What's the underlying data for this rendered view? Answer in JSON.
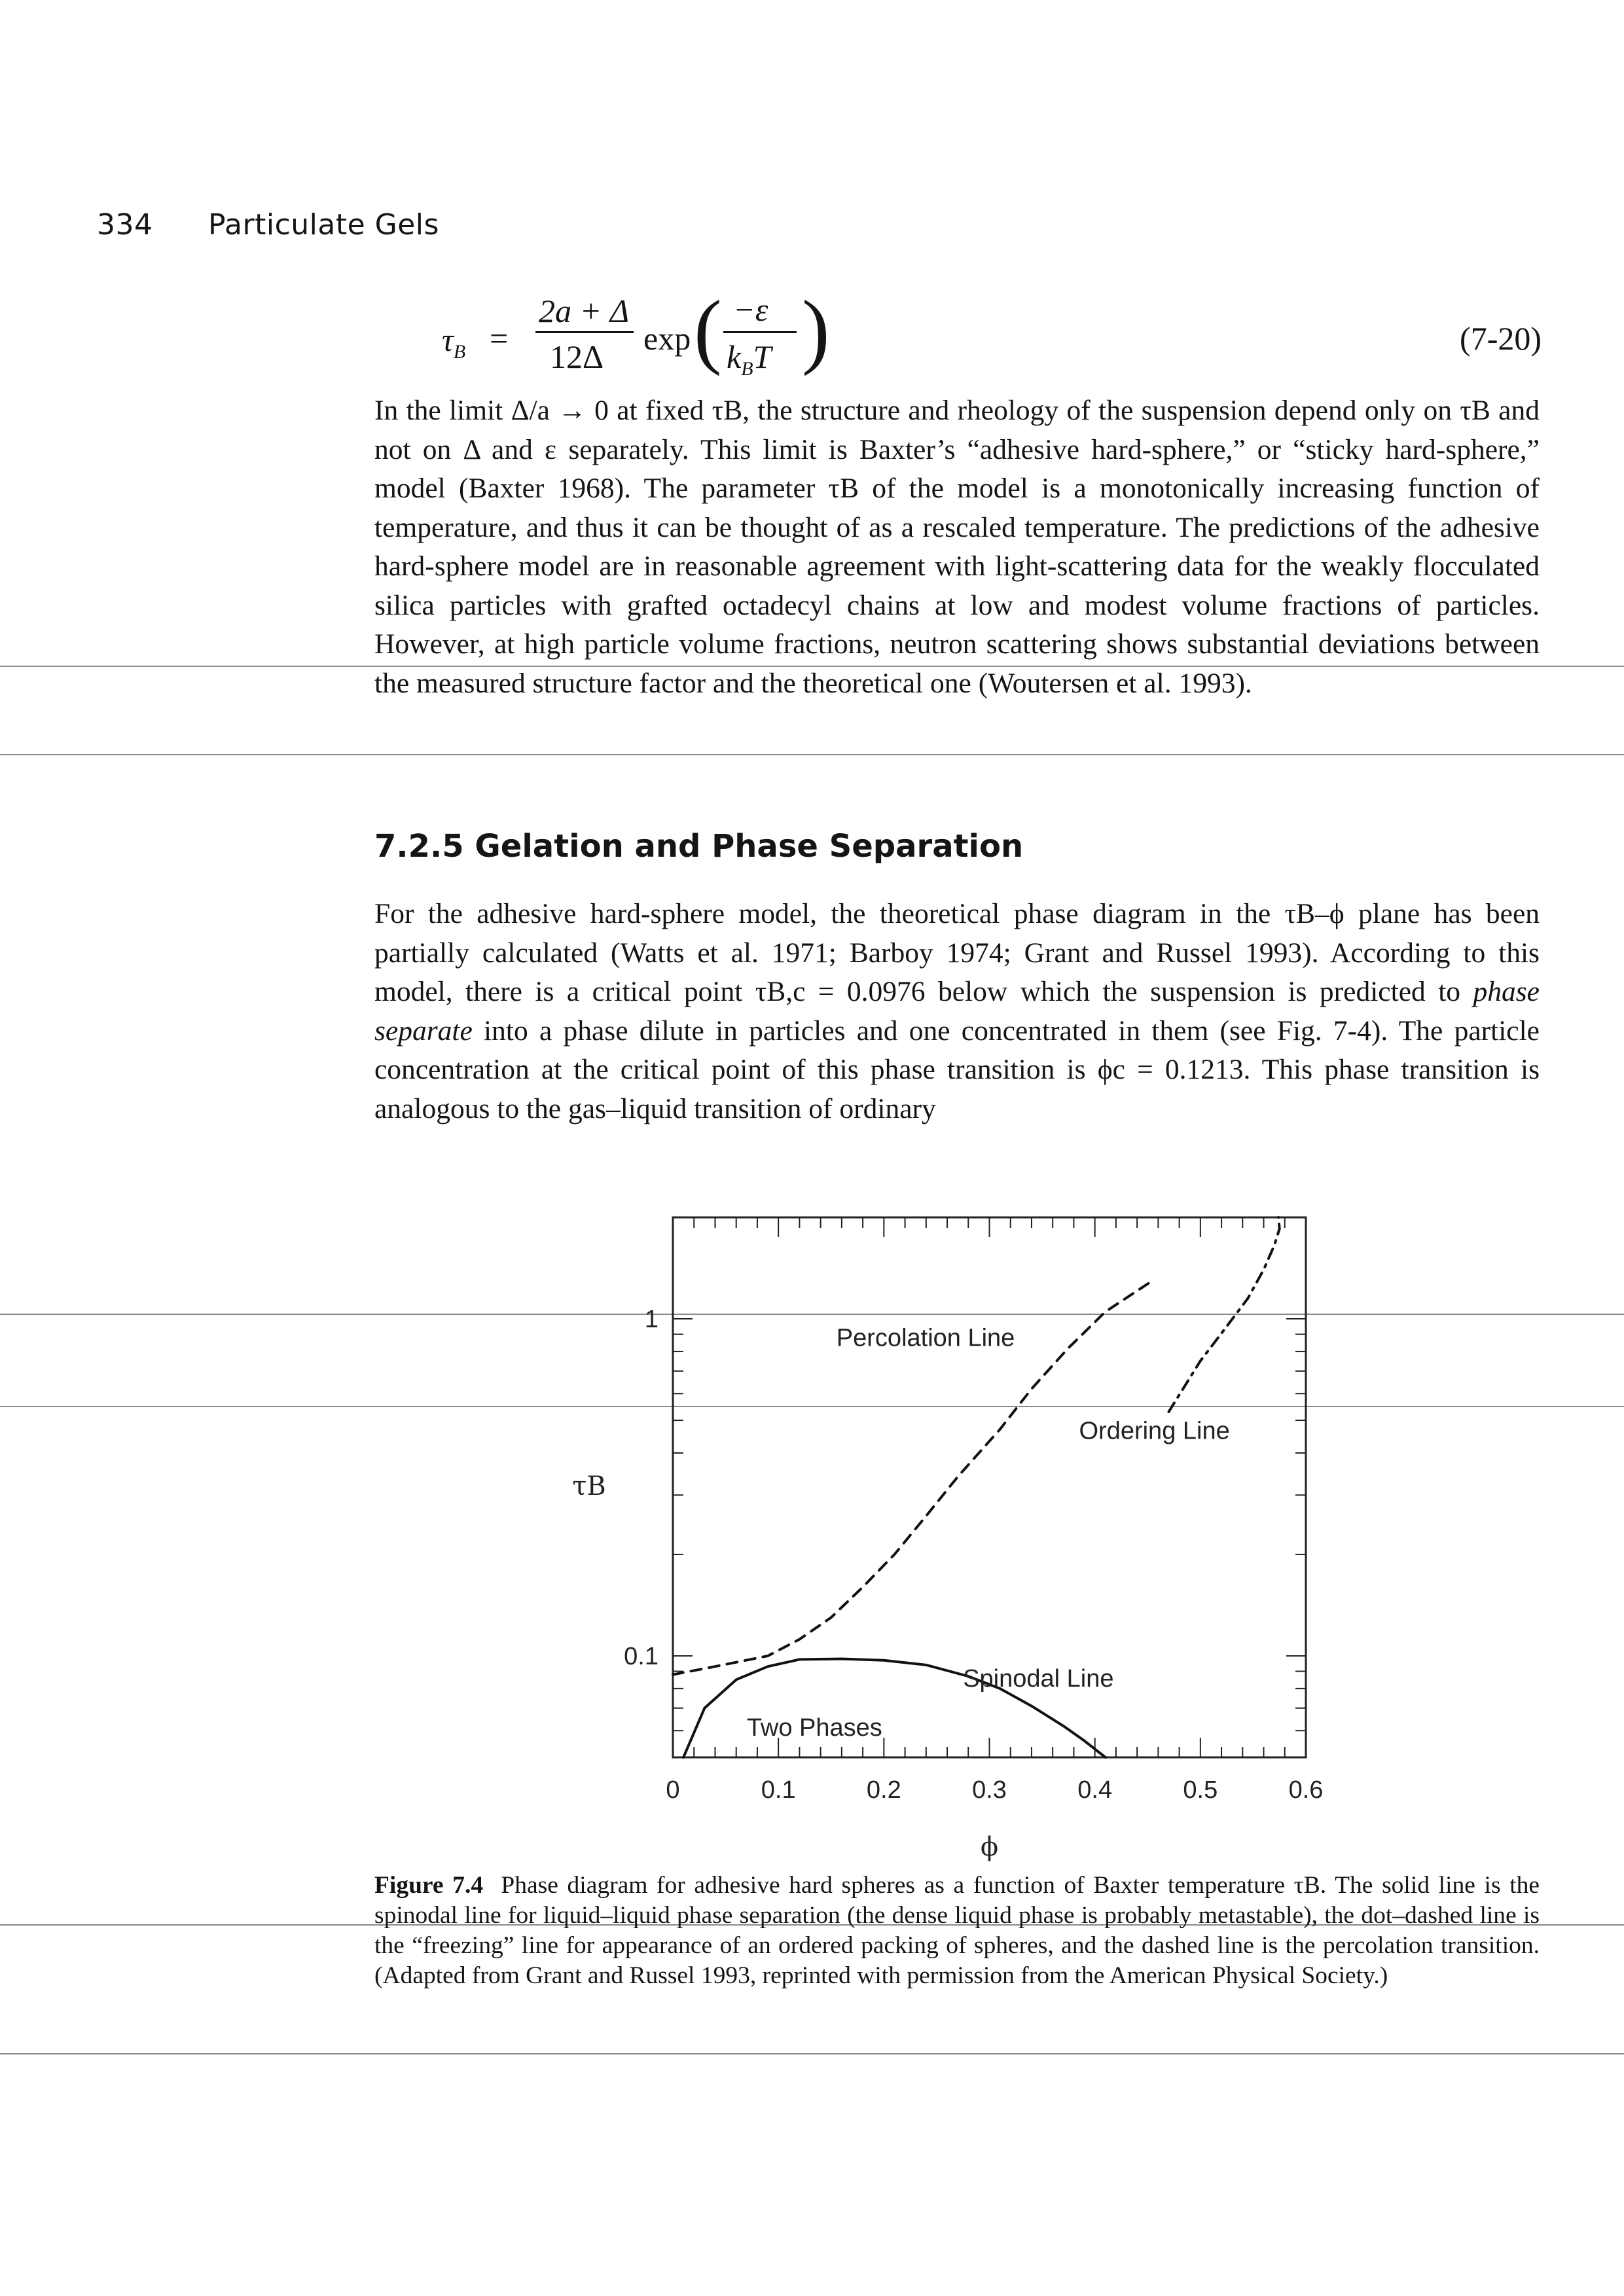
{
  "header": {
    "page_number": "334",
    "running_title": "Particulate Gels"
  },
  "equation": {
    "lhs": "τ",
    "lhs_sub": "B",
    "equals": "=",
    "numerator": "2a + Δ",
    "denominator": "12Δ",
    "exp": "exp",
    "inner_numerator": "−ε",
    "inner_denominator_k": "k",
    "inner_denominator_sub": "B",
    "inner_denominator_T": "T",
    "number": "(7-20)"
  },
  "paragraph1": "In the limit Δ/a → 0 at fixed τB, the structure and rheology of the suspension depend only on τB and not on Δ and ε separately. This limit is Baxter’s “adhesive hard-sphere,” or “sticky hard-sphere,” model (Baxter 1968). The parameter τB of the model is a monotonically increasing function of temperature, and thus it can be thought of as a rescaled temperature. The predictions of the adhesive hard-sphere model are in reasonable agreement with light-scattering data for the weakly flocculated silica particles with grafted octadecyl chains at low and modest volume fractions of particles. However, at high particle volume fractions, neutron scattering shows substantial deviations between the measured structure factor and the theoretical one (Woutersen et al. 1993).",
  "section": {
    "number": "7.2.5",
    "title": "Gelation and Phase Separation"
  },
  "paragraph2": {
    "part1": "For the adhesive hard-sphere model, the theoretical phase diagram in the τB–ϕ plane has been partially calculated (Watts et al. 1971; Barboy 1974; Grant and Russel 1993). According to this model, there is a critical point τB,c = 0.0976 below which the suspension is predicted to ",
    "emphasis": "phase separate",
    "part2": " into a phase dilute in particles and one concentrated in them (see Fig. 7-4). The particle concentration at the critical point of this phase transition is ϕc = 0.1213. This phase transition is analogous to the gas–liquid transition of ordinary"
  },
  "chart_data": {
    "type": "line",
    "title": "",
    "xlabel": "ϕ",
    "ylabel": "τB",
    "xlim": [
      0,
      0.6
    ],
    "ylim": [
      0.05,
      2.0
    ],
    "y_scale": "log",
    "x_ticks": [
      "0",
      "0.1",
      "0.2",
      "0.3",
      "0.4",
      "0.5",
      "0.6"
    ],
    "y_ticks": [
      "0.1",
      "1"
    ],
    "grid": false,
    "series": [
      {
        "name": "Percolation Line",
        "style": "dashed",
        "x": [
          0.0,
          0.04,
          0.09,
          0.12,
          0.15,
          0.18,
          0.21,
          0.24,
          0.27,
          0.31,
          0.34,
          0.375,
          0.41,
          0.455
        ],
        "y": [
          0.088,
          0.093,
          0.1,
          0.112,
          0.13,
          0.16,
          0.2,
          0.26,
          0.34,
          0.47,
          0.62,
          0.82,
          1.05,
          1.3
        ]
      },
      {
        "name": "Ordering Line",
        "style": "dash-dot",
        "x": [
          0.47,
          0.5,
          0.525,
          0.545,
          0.56,
          0.57,
          0.575,
          0.574
        ],
        "y": [
          0.53,
          0.75,
          0.95,
          1.15,
          1.4,
          1.65,
          1.85,
          2.0
        ]
      },
      {
        "name": "Spinodal Line",
        "style": "solid",
        "x": [
          0.01,
          0.03,
          0.06,
          0.09,
          0.12,
          0.16,
          0.2,
          0.24,
          0.28,
          0.31,
          0.34,
          0.37,
          0.39,
          0.41
        ],
        "y": [
          0.05,
          0.07,
          0.085,
          0.093,
          0.0976,
          0.098,
          0.097,
          0.094,
          0.087,
          0.08,
          0.071,
          0.062,
          0.056,
          0.05
        ]
      }
    ],
    "annotations": [
      "Percolation Line",
      "Ordering Line",
      "Spinodal Line",
      "Two Phases"
    ]
  },
  "caption": {
    "label": "Figure 7.4",
    "text_part1": "Phase diagram for adhesive hard spheres as a function of Baxter temperature τB. The solid line is the spinodal line for liquid–liquid phase separation (the dense liquid phase is probably metastable), the dot–dashed line is the “freezing” line for appearance of an ordered packing of spheres, and the dashed line is the percolation transition. (Adapted from Grant and Russel 1993, reprinted with permission from the American Physical Society.)"
  }
}
